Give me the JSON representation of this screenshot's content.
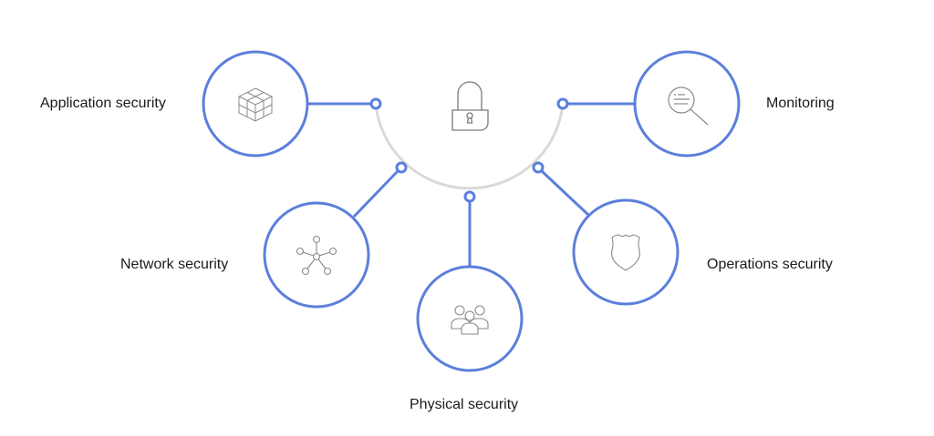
{
  "center": {
    "icon": "lock-icon"
  },
  "nodes": [
    {
      "label": "Application security",
      "icon": "cubes-icon"
    },
    {
      "label": "Monitoring",
      "icon": "magnifier-icon"
    },
    {
      "label": "Network security",
      "icon": "network-icon"
    },
    {
      "label": "Physical security",
      "icon": "people-icon"
    },
    {
      "label": "Operations security",
      "icon": "shield-icon"
    }
  ],
  "colors": {
    "accent": "#5b7fdb",
    "arc": "#d9d9d9",
    "icon": "#7a7a7a"
  }
}
